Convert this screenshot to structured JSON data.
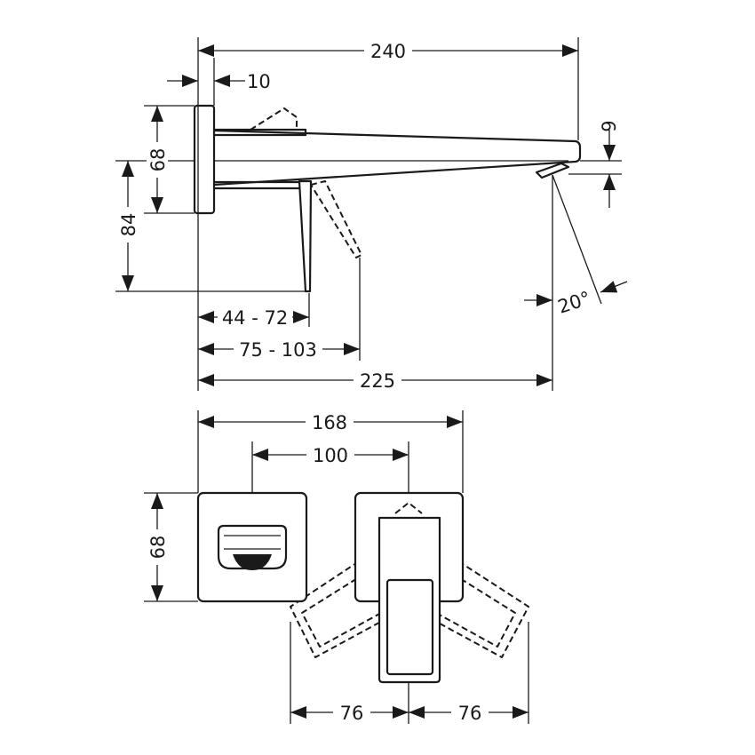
{
  "side_view": {
    "dimensions": {
      "total_length": "240",
      "plate_thickness": "10",
      "plate_height": "68",
      "lever_height": "84",
      "spout_drop": "9",
      "spray_angle": "20°",
      "lever_range_short": "44 - 72",
      "lever_range_long": "75 - 103",
      "projection": "225"
    }
  },
  "front_view": {
    "dimensions": {
      "overall_width": "168",
      "center_distance": "100",
      "plate_height": "68",
      "swing_left": "76",
      "swing_right": "76"
    }
  },
  "colors": {
    "line": "#1a1a1a",
    "background": "#ffffff"
  }
}
